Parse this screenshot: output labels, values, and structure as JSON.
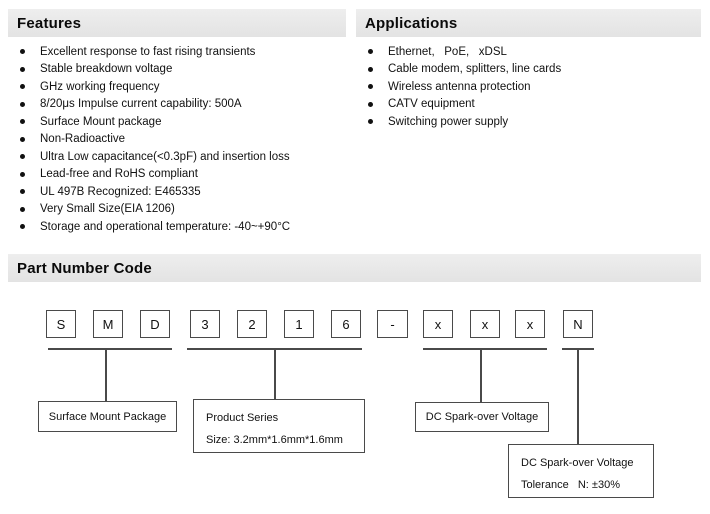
{
  "features": {
    "title": "Features",
    "items": [
      "Excellent response to fast rising transients",
      "Stable breakdown voltage",
      "GHz working frequency",
      "8/20μs Impulse current capability: 500A",
      "Surface Mount package",
      "Non-Radioactive",
      "Ultra Low capacitance(<0.3pF) and insertion loss",
      "Lead-free and RoHS compliant",
      "UL 497B Recognized: E465335",
      "Very Small Size(EIA 1206)",
      "Storage and operational temperature: -40~+90°C"
    ]
  },
  "applications": {
    "title": "Applications",
    "items": [
      "Ethernet,   PoE,   xDSL",
      "Cable modem, splitters, line cards",
      "Wireless antenna protection",
      "CATV equipment",
      "Switching power supply"
    ]
  },
  "part_number": {
    "title": "Part Number Code",
    "boxes": [
      "S",
      "M",
      "D",
      "3",
      "2",
      "1",
      "6",
      "-",
      "x",
      "x",
      "x",
      "N"
    ],
    "labels": {
      "package": "Surface Mount Package",
      "series_line1": "Product Series",
      "series_line2": "Size: 3.2mm*1.6mm*1.6mm",
      "voltage": "DC Spark-over Voltage",
      "tolerance_line1": "DC Spark-over Voltage",
      "tolerance_line2": "Tolerance   N: ±30%"
    }
  },
  "colors": {
    "header_bg": "#e8e8e8",
    "text": "#111111",
    "line": "#4a4a4a"
  }
}
